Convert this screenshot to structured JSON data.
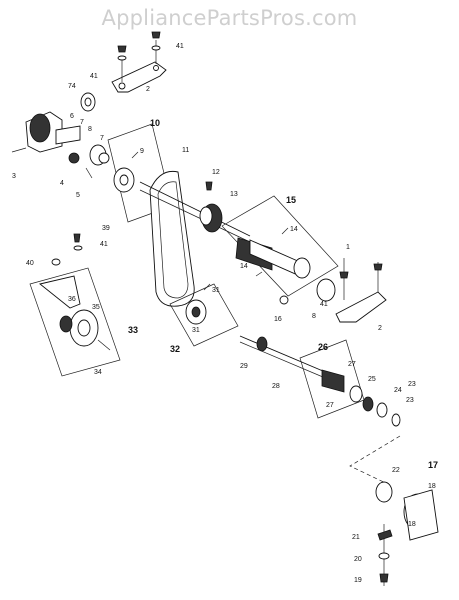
{
  "watermark": "AppliancePartsPros.com",
  "callouts": [
    {
      "id": "c1",
      "text": "1"
    },
    {
      "id": "c2",
      "text": "2"
    },
    {
      "id": "c3",
      "text": "3"
    },
    {
      "id": "c4",
      "text": "4"
    },
    {
      "id": "c5",
      "text": "5"
    },
    {
      "id": "c6",
      "text": "6"
    },
    {
      "id": "c7",
      "text": "7"
    },
    {
      "id": "c8",
      "text": "8"
    },
    {
      "id": "c9",
      "text": "9"
    },
    {
      "id": "c10",
      "text": "10"
    },
    {
      "id": "c11",
      "text": "11"
    },
    {
      "id": "c12",
      "text": "12"
    },
    {
      "id": "c13",
      "text": "13"
    },
    {
      "id": "c14",
      "text": "14"
    },
    {
      "id": "c15",
      "text": "15"
    },
    {
      "id": "c16",
      "text": "16"
    },
    {
      "id": "c17",
      "text": "17"
    },
    {
      "id": "c18",
      "text": "18"
    },
    {
      "id": "c19",
      "text": "19"
    },
    {
      "id": "c20",
      "text": "20"
    },
    {
      "id": "c21",
      "text": "21"
    },
    {
      "id": "c22",
      "text": "22"
    },
    {
      "id": "c23",
      "text": "23"
    },
    {
      "id": "c24",
      "text": "24"
    },
    {
      "id": "c25",
      "text": "25"
    },
    {
      "id": "c26",
      "text": "26"
    },
    {
      "id": "c27",
      "text": "27"
    },
    {
      "id": "c28",
      "text": "28"
    },
    {
      "id": "c29",
      "text": "29"
    },
    {
      "id": "c31",
      "text": "31"
    },
    {
      "id": "c32",
      "text": "32"
    },
    {
      "id": "c33",
      "text": "33"
    },
    {
      "id": "c34",
      "text": "34"
    },
    {
      "id": "c35",
      "text": "35"
    },
    {
      "id": "c36",
      "text": "36"
    },
    {
      "id": "c39",
      "text": "39"
    },
    {
      "id": "c40",
      "text": "40"
    },
    {
      "id": "c41",
      "text": "41"
    },
    {
      "id": "c74",
      "text": "74"
    }
  ]
}
